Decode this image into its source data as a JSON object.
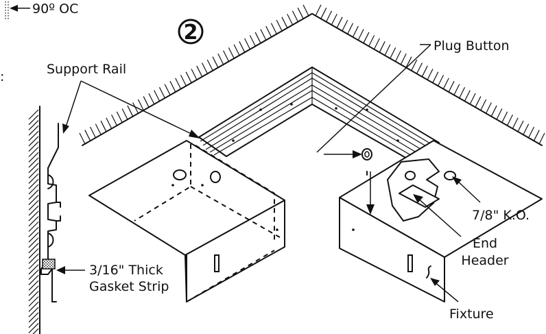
{
  "diagram": {
    "step_number": "2",
    "labels": {
      "spacing": "90º OC",
      "support_rail": "Support Rail",
      "plug_button": "Plug Button",
      "knockout": "7/8\" K.O.",
      "end_header_line1": "End",
      "end_header_line2": "Header",
      "gasket_line1": "3/16\" Thick",
      "gasket_line2": "Gasket Strip",
      "fixture": "Fixture",
      "cut_off_colon": ":"
    }
  }
}
